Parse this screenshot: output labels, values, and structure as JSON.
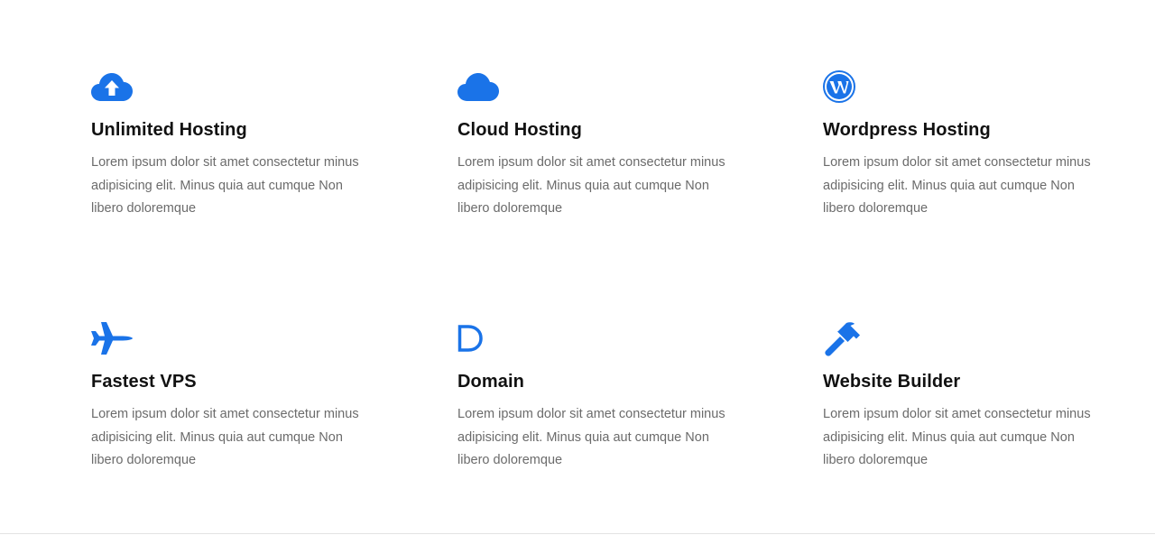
{
  "accent_color": "#1a73e8",
  "features": [
    {
      "icon": "cloud-upload-icon",
      "title": "Unlimited Hosting",
      "description": "Lorem ipsum dolor sit amet consectetur minus adipisicing elit. Minus quia aut cumque Non libero doloremque"
    },
    {
      "icon": "cloud-icon",
      "title": "Cloud Hosting",
      "description": "Lorem ipsum dolor sit amet consectetur minus adipisicing elit. Minus quia aut cumque Non libero doloremque"
    },
    {
      "icon": "wordpress-icon",
      "title": "Wordpress Hosting",
      "description": "Lorem ipsum dolor sit amet consectetur minus adipisicing elit. Minus quia aut cumque Non libero doloremque"
    },
    {
      "icon": "fighter-jet-icon",
      "title": "Fastest VPS",
      "description": "Lorem ipsum dolor sit amet consectetur minus adipisicing elit. Minus quia aut cumque Non libero doloremque"
    },
    {
      "icon": "letter-d-icon",
      "title": "Domain",
      "description": "Lorem ipsum dolor sit amet consectetur minus adipisicing elit. Minus quia aut cumque Non libero doloremque"
    },
    {
      "icon": "hammer-icon",
      "title": "Website Builder",
      "description": "Lorem ipsum dolor sit amet consectetur minus adipisicing elit. Minus quia aut cumque Non libero doloremque"
    }
  ]
}
